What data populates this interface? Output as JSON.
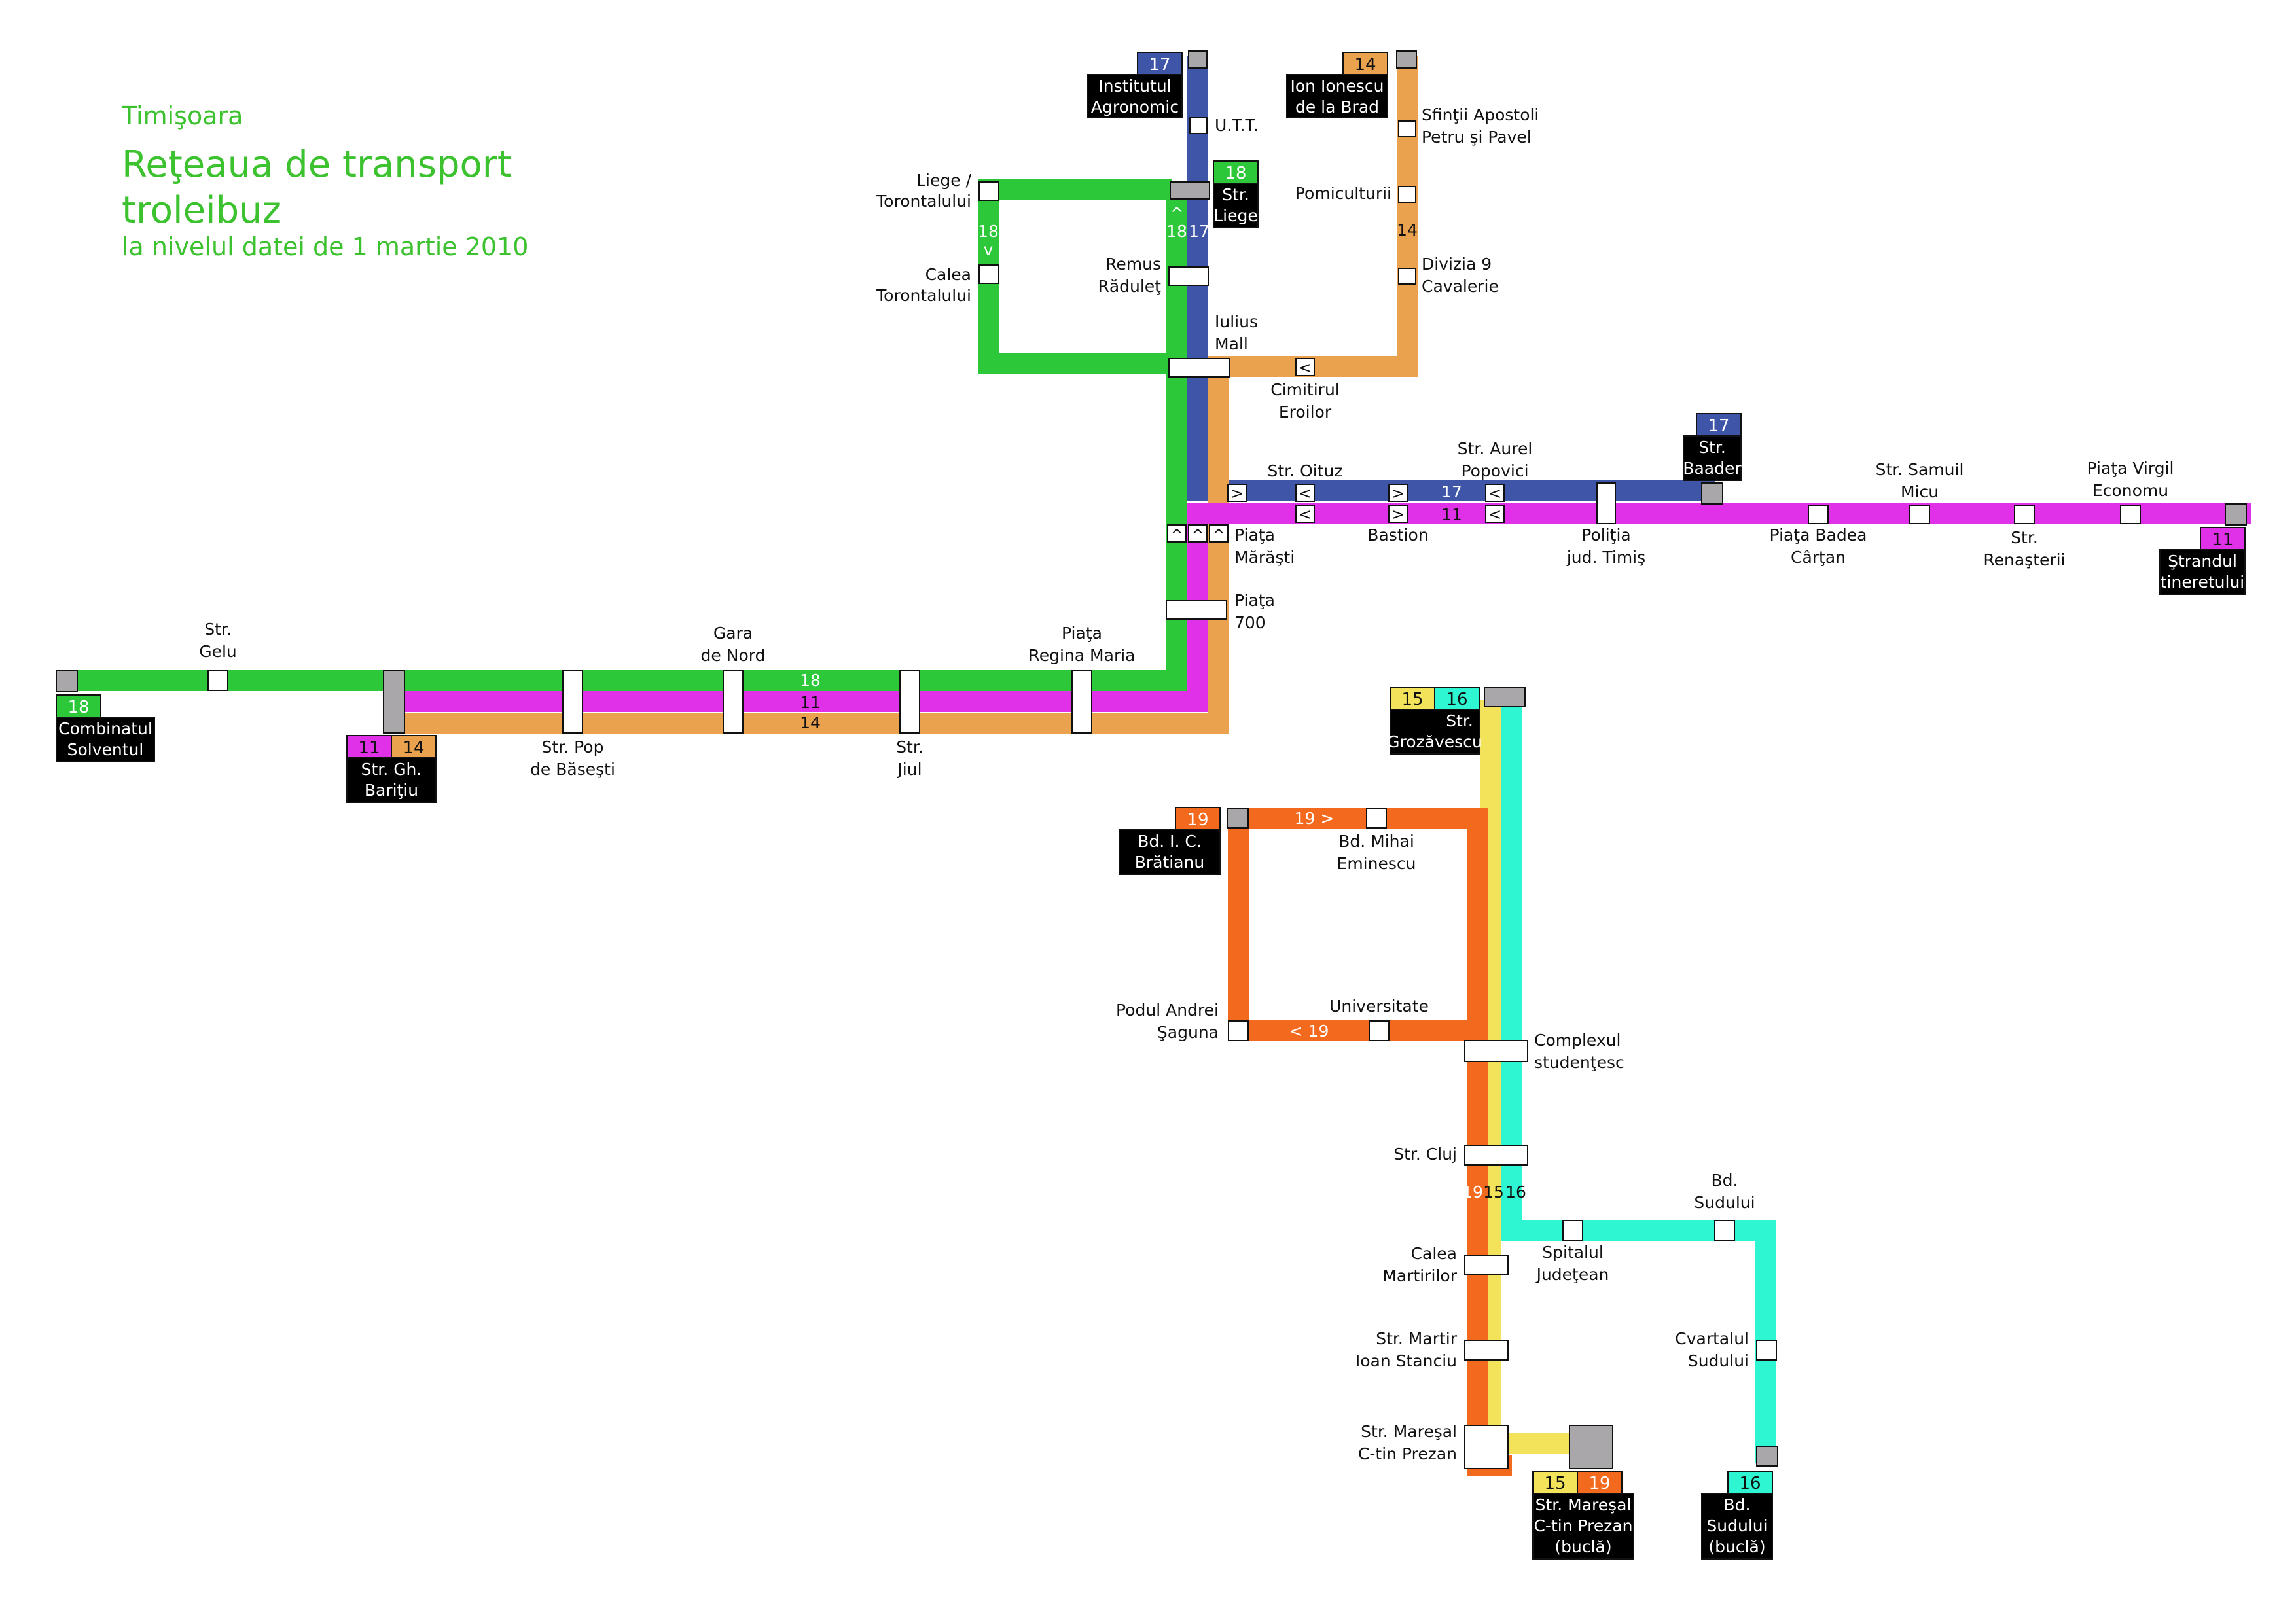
{
  "title": {
    "city": "Timişoara",
    "line1": "Reţeaua de transport",
    "line2": "troleibuz",
    "date": "la nivelul datei de 1 martie 2010"
  },
  "colors": {
    "line_11": "#e030e8",
    "line_14": "#eba24e",
    "line_15": "#f2e35a",
    "line_16": "#2ef5d2",
    "line_17": "#3f56a8",
    "line_18": "#2dc83a",
    "line_19": "#f36a1e",
    "terminus_box": "#a9a7aa",
    "title": "#3cc22e"
  },
  "lines": [
    "11",
    "14",
    "15",
    "16",
    "17",
    "18",
    "19"
  ],
  "termini": {
    "institutul_agronomic": {
      "routes": [
        "17"
      ],
      "name_lines": [
        "Institutul",
        "Agronomic"
      ]
    },
    "ion_ionescu": {
      "routes": [
        "14"
      ],
      "name_lines": [
        "Ion Ionescu",
        "de la Brad"
      ]
    },
    "str_liege": {
      "routes": [
        "18"
      ],
      "name_lines": [
        "Str.",
        "Liege"
      ]
    },
    "str_baader": {
      "routes": [
        "17"
      ],
      "name_lines": [
        "Str.",
        "Baader"
      ]
    },
    "strandul_tineretului": {
      "routes": [
        "11"
      ],
      "name_lines": [
        "Ştrandul",
        "tineretului"
      ]
    },
    "combinatul_solventul": {
      "routes": [
        "18"
      ],
      "name_lines": [
        "Combinatul",
        "Solventul"
      ]
    },
    "str_gh_baritiu": {
      "routes": [
        "11",
        "14"
      ],
      "name_lines": [
        "Str. Gh.",
        "Bariţiu"
      ]
    },
    "str_grozavescu": {
      "routes": [
        "15",
        "16"
      ],
      "name_lines": [
        "Str.",
        "Grozăvescu"
      ]
    },
    "bd_bratianu": {
      "routes": [
        "19"
      ],
      "name_lines": [
        "Bd. I. C.",
        "Brătianu"
      ]
    },
    "str_maresal_bucla": {
      "routes": [
        "15",
        "19"
      ],
      "name_lines": [
        "Str. Mareşal",
        "C-tin Prezan",
        "(buclă)"
      ]
    },
    "bd_sudului_bucla": {
      "routes": [
        "16"
      ],
      "name_lines": [
        "Bd.",
        "Sudului",
        "(buclă)"
      ]
    }
  },
  "stations": {
    "utt": "U.T.T.",
    "sfintii": [
      "Sfinţii Apostoli",
      "Petru şi Pavel"
    ],
    "liege_torontalului": [
      "Liege /",
      "Torontalului"
    ],
    "pomiculturii": "Pomiculturii",
    "calea_torontalului": [
      "Calea",
      "Torontalului"
    ],
    "remus_raduleţ": [
      "Remus",
      "Răduleţ"
    ],
    "divizia": [
      "Divizia 9",
      "Cavalerie"
    ],
    "iulius_mall": [
      "Iulius",
      "Mall"
    ],
    "cimitirul": [
      "Cimitirul",
      "Eroilor"
    ],
    "str_oituz": "Str. Oituz",
    "str_aurel_popovici": [
      "Str. Aurel",
      "Popovici"
    ],
    "piata_marasti": [
      "Piaţa",
      "Mărăşti"
    ],
    "bastion": "Bastion",
    "politia": [
      "Poliţia",
      "jud. Timiş"
    ],
    "piata_badea": [
      "Piaţa Badea",
      "Cârţan"
    ],
    "str_samuil_micu": [
      "Str. Samuil",
      "Micu"
    ],
    "str_renasterii": [
      "Str.",
      "Renaşterii"
    ],
    "piata_virgil": [
      "Piaţa Virgil",
      "Economu"
    ],
    "piata_700": [
      "Piaţa",
      "700"
    ],
    "str_gelu": [
      "Str.",
      "Gelu"
    ],
    "gara_de_nord": [
      "Gara",
      "de Nord"
    ],
    "piata_regina_maria": [
      "Piaţa",
      "Regina Maria"
    ],
    "str_pop": [
      "Str. Pop",
      "de Băseşti"
    ],
    "str_jiul": [
      "Str.",
      "Jiul"
    ],
    "bd_mihai_eminescu": [
      "Bd. Mihai",
      "Eminescu"
    ],
    "podul_andrei": [
      "Podul Andrei",
      "Şaguna"
    ],
    "universitate": "Universitate",
    "complexul": [
      "Complexul",
      "studenţesc"
    ],
    "str_cluj": "Str. Cluj",
    "bd_sudului": [
      "Bd.",
      "Sudului"
    ],
    "spitalul": [
      "Spitalul",
      "Judeţean"
    ],
    "calea_martirilor": [
      "Calea",
      "Martirilor"
    ],
    "cvartalul": [
      "Cvartalul",
      "Sudului"
    ],
    "str_martir": [
      "Str. Martir",
      "Ioan Stanciu"
    ],
    "str_maresal": [
      "Str. Mareşal",
      "C-tin Prezan"
    ]
  },
  "line_labels": {
    "north_18_left": "18",
    "north_18": "18",
    "north_17": "17",
    "north_14": "14",
    "east_17": "17",
    "east_11": "11",
    "west_18": "18",
    "west_11": "11",
    "west_14": "14",
    "loop_19_top": "19 >",
    "loop_19_bottom": "< 19",
    "south_19": "19",
    "south_15": "15",
    "south_16": "16"
  },
  "direction_arrows": {
    "up": "^",
    "down": "v",
    "right": ">",
    "left": "<"
  }
}
